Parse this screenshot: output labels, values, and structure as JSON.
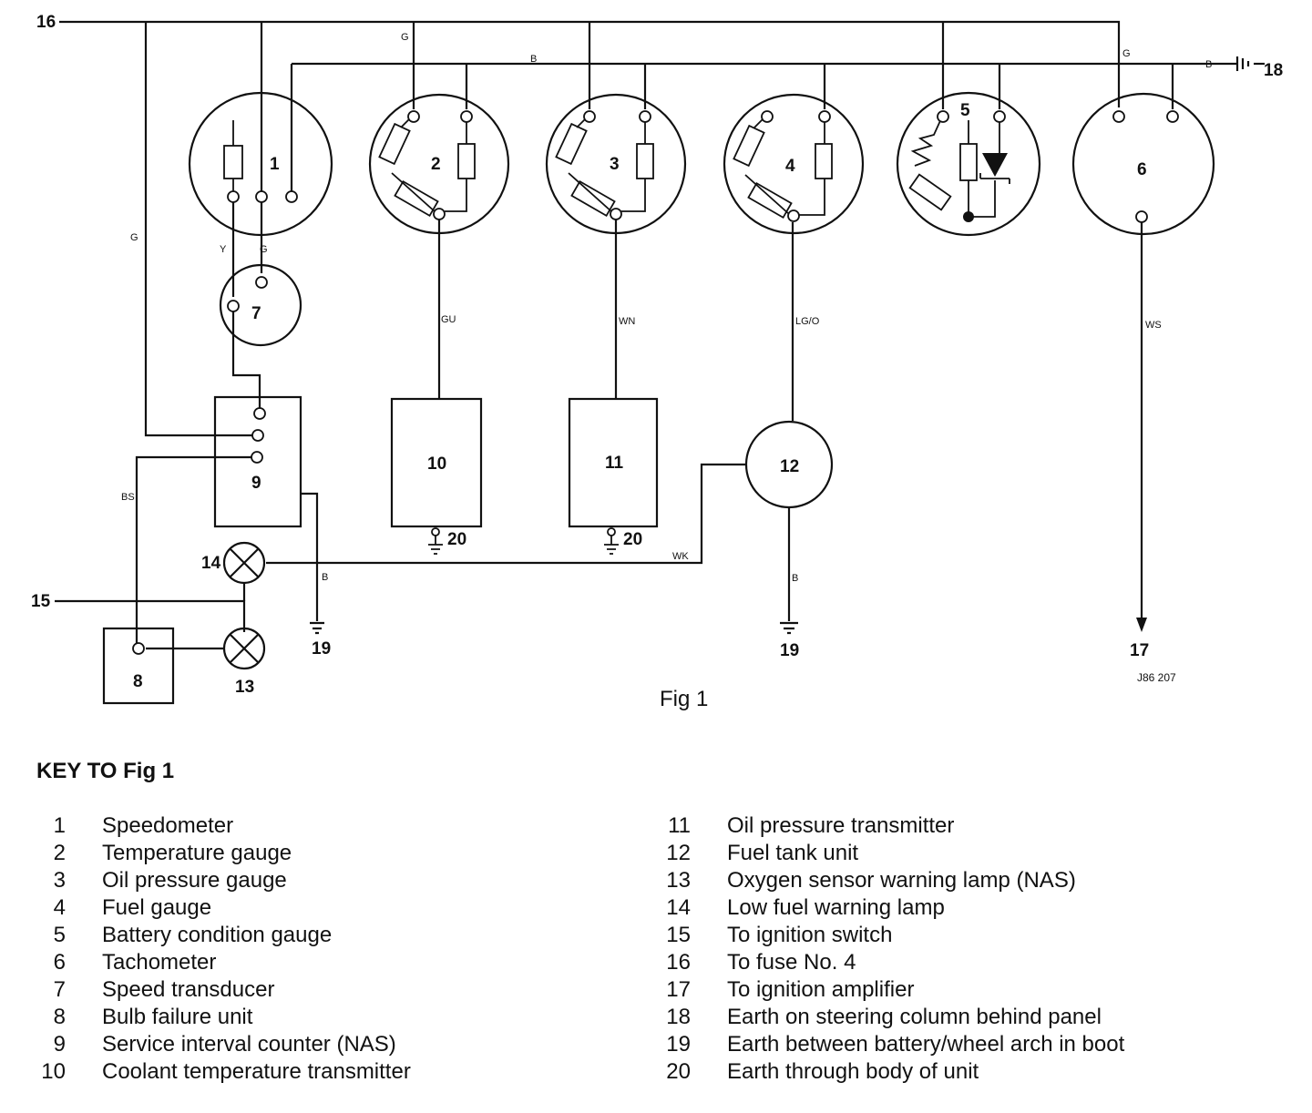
{
  "diagram": {
    "wire_codes": {
      "top_g1": "G",
      "top_b": "B",
      "top_g2": "G",
      "top_b2": "B",
      "left_g": "G",
      "speedo_y": "Y",
      "speedo_g": "G",
      "gauge2": "GU",
      "gauge3": "WN",
      "gauge4": "LG/O",
      "tacho": "WS",
      "bs": "BS",
      "lamp_b": "B",
      "wk": "WK",
      "tank_b": "B"
    },
    "numbers": {
      "n1": "1",
      "n2": "2",
      "n3": "3",
      "n4": "4",
      "n5": "5",
      "n6": "6",
      "n7": "7",
      "n8": "8",
      "n9": "9",
      "n10": "10",
      "n11": "11",
      "n12": "12",
      "n13": "13",
      "n14": "14"
    },
    "externals": {
      "e15": "15",
      "e16": "16",
      "e17": "17",
      "e18": "18",
      "e19a": "19",
      "e19b": "19",
      "e20a": "20",
      "e20b": "20"
    },
    "reference": "J86 207"
  },
  "caption": "Fig 1",
  "key": {
    "title": "KEY TO Fig 1",
    "left": [
      {
        "num": "1",
        "desc": "Speedometer"
      },
      {
        "num": "2",
        "desc": "Temperature gauge"
      },
      {
        "num": "3",
        "desc": "Oil pressure gauge"
      },
      {
        "num": "4",
        "desc": "Fuel gauge"
      },
      {
        "num": "5",
        "desc": "Battery condition gauge"
      },
      {
        "num": "6",
        "desc": "Tachometer"
      },
      {
        "num": "7",
        "desc": "Speed transducer"
      },
      {
        "num": "8",
        "desc": "Bulb failure unit"
      },
      {
        "num": "9",
        "desc": "Service interval counter (NAS)"
      },
      {
        "num": "10",
        "desc": "Coolant temperature transmitter"
      }
    ],
    "right": [
      {
        "num": "11",
        "desc": "Oil pressure transmitter"
      },
      {
        "num": "12",
        "desc": "Fuel tank unit"
      },
      {
        "num": "13",
        "desc": "Oxygen sensor warning lamp (NAS)"
      },
      {
        "num": "14",
        "desc": "Low fuel warning lamp"
      },
      {
        "num": "15",
        "desc": "To ignition switch"
      },
      {
        "num": "16",
        "desc": "To fuse No. 4"
      },
      {
        "num": "17",
        "desc": "To ignition amplifier"
      },
      {
        "num": "18",
        "desc": "Earth on steering column behind panel"
      },
      {
        "num": "19",
        "desc": "Earth between battery/wheel arch in boot"
      },
      {
        "num": "20",
        "desc": "Earth through body of unit"
      }
    ]
  }
}
